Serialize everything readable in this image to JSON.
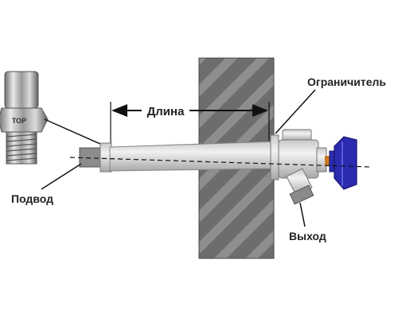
{
  "labels": {
    "length": "Длина",
    "limiter": "Ограничитель",
    "inlet": "Подвод",
    "outlet": "Выход"
  },
  "fitting_stamp": "TOP",
  "colors": {
    "wall_fill": "#6e6e6e",
    "wall_stripe": "#8c8c8c",
    "pipe": "#d6d6d6",
    "inlet_pipe": "#8a8a8a",
    "handle": "#2b2bb0",
    "brass": "#c8791c",
    "text": "#222222"
  }
}
